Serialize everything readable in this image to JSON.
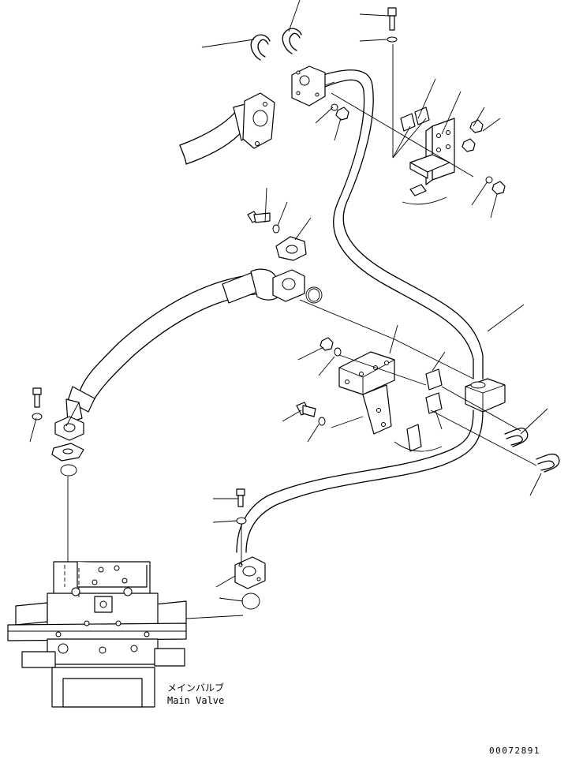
{
  "diagram": {
    "component_label_jp": "メインバルブ",
    "component_label_en": "Main Valve",
    "drawing_code": "00072891"
  }
}
